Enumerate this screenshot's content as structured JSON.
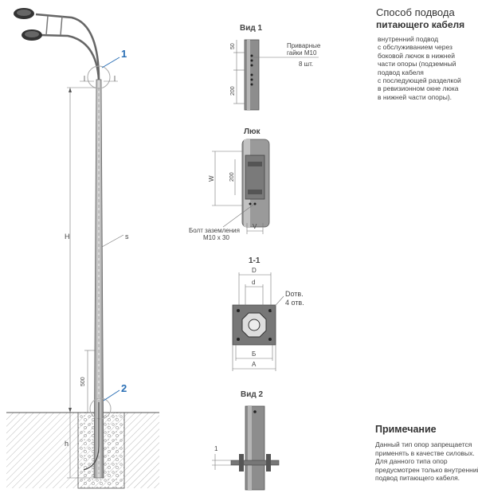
{
  "title": {
    "line1": "Способ подвода",
    "line2": "питающего кабеля"
  },
  "description_lines": [
    "внутренний подвод",
    "с обслуживанием через",
    "боковой лючок в нижней",
    "части опоры (подземный",
    "подвод кабеля",
    "с последующей разделкой",
    "в ревизионном окне люка",
    "в нижней части опоры)."
  ],
  "callouts": {
    "one": "1",
    "two": "2"
  },
  "pole_labels": {
    "H": "H",
    "s": "s",
    "h": "h",
    "d500": "500"
  },
  "view1": {
    "title": "Вид 1",
    "dim50": "50",
    "dim200": "200",
    "nut_label_1": "Приварные",
    "nut_label_2": "гайки М10",
    "nut_count": "8 шт."
  },
  "hatch": {
    "title": "Люк",
    "W": "W",
    "dim200": "200",
    "V": "V",
    "ground_1": "Болт заземления",
    "ground_2": "М10 х 30"
  },
  "section": {
    "title": "1-1",
    "D": "D",
    "d": "d",
    "D_otv": "Dотв.",
    "four_otv": "4 отв.",
    "B": "Б",
    "A": "А"
  },
  "view2": {
    "title": "Вид 2",
    "dim1": "1"
  },
  "note": {
    "heading": "Примечание",
    "lines": [
      "Данный тип опор запрещается",
      "применять в качестве силовых.",
      "Для данного типа опор",
      "предусмотрен только внутренний",
      "подвод питающего кабеля."
    ]
  },
  "colors": {
    "line": "#555555",
    "callout": "#2a6fb5",
    "pole_fill": "#d9d9d9"
  }
}
